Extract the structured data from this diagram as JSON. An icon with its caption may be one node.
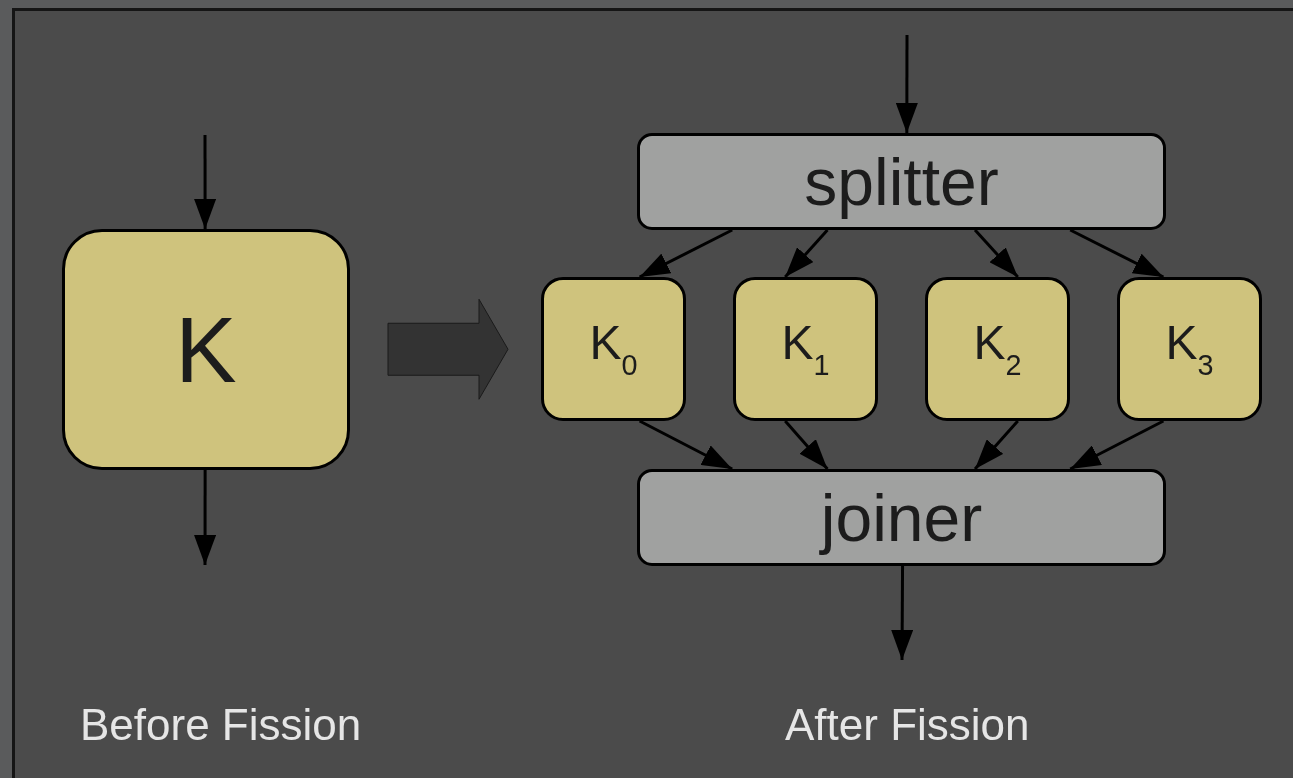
{
  "diagram": {
    "nodes": [
      {
        "text": [
          "K"
        ]
      },
      {
        "text": [
          "splitter"
        ]
      },
      {
        "text": [
          "K$_{0}$"
        ]
      },
      {
        "text": [
          "K$_{1}$"
        ]
      },
      {
        "text": [
          "K$_{2}$"
        ]
      },
      {
        "text": [
          "K$_{3}$"
        ]
      },
      {
        "text": [
          "joiner"
        ]
      }
    ],
    "edges": [
      {
        "from": null,
        "to": 0,
        "arrow": "to"
      },
      {
        "from": 0,
        "to": null,
        "arrow": "to"
      },
      {
        "from": 0,
        "to": 2,
        "arrow": "to",
        "style": "thick",
        "color": "#333333"
      },
      {
        "from": null,
        "to": 1,
        "arrow": "to"
      },
      {
        "from": 1,
        "to": 2,
        "arrow": "to"
      },
      {
        "from": 1,
        "to": 3,
        "arrow": "to"
      },
      {
        "from": 1,
        "to": 4,
        "arrow": "to"
      },
      {
        "from": 1,
        "to": 5,
        "arrow": "to"
      },
      {
        "from": 2,
        "to": 6,
        "arrow": "to"
      },
      {
        "from": 3,
        "to": 6,
        "arrow": "to"
      },
      {
        "from": 4,
        "to": 6,
        "arrow": "to"
      },
      {
        "from": 5,
        "to": 6,
        "arrow": "to"
      },
      {
        "from": 6,
        "to": null,
        "arrow": "to"
      }
    ],
    "labels": [
      "Before Fission",
      "After Fission"
    ]
  }
}
